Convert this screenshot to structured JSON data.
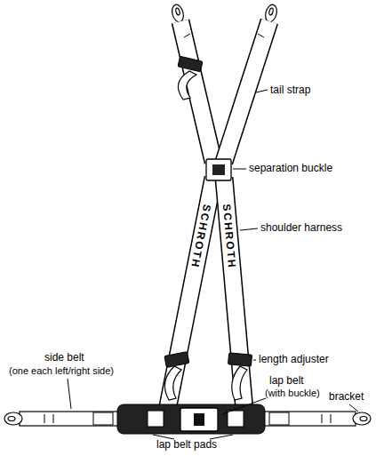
{
  "diagram": {
    "labels": [
      "tail strap",
      "separation buckle",
      "SCHROTH",
      "SCHROTH",
      "shoulder harness",
      "length adjuster",
      "side belt",
      "(one each left/right side)",
      "lap belt",
      "(with buckle)",
      "bracket",
      "lap belt pads"
    ]
  }
}
